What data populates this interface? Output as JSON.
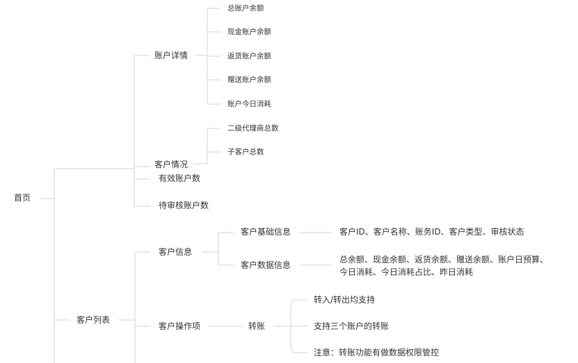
{
  "mindmap": {
    "root": "首页",
    "account_detail": {
      "label": "账户详情",
      "items": [
        "总账户余额",
        "现金账户余额",
        "返货账户余额",
        "赠送账户余额",
        "账户今日消耗"
      ]
    },
    "customer_status": {
      "label": "客户情况",
      "items": [
        "二级代理商总数",
        "子客户总数"
      ]
    },
    "valid_accounts": "有效账户数",
    "pending_review": "待审核账户数",
    "customer_list": {
      "label": "客户列表",
      "customer_info": {
        "label": "客户信息",
        "basic": {
          "label": "客户基础信息",
          "detail": "客户ID、客户名称、账务ID、客户类型、审核状态"
        },
        "data": {
          "label": "客户数据信息",
          "detail_line1": "总余额、现金余额、返货余额、赠送余额、账户日预算、",
          "detail_line2": "今日消耗、今日消耗占比、昨日消耗"
        }
      },
      "operations": {
        "label": "客户操作项",
        "transfer": {
          "label": "转账",
          "items": [
            "转入/转出均支持",
            "支持三个账户的转账",
            "注意：转账功能有做数据权限管控"
          ]
        }
      }
    }
  }
}
